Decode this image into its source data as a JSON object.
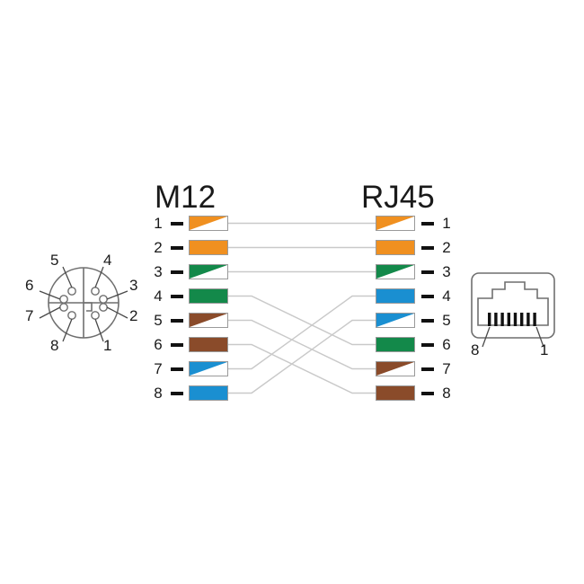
{
  "diagram": {
    "title_left": "M12",
    "title_right": "RJ45",
    "colors": {
      "orange": "#F09020",
      "green": "#13894A",
      "brown": "#8A4B2A",
      "blue": "#1A8FD1",
      "white": "#FFFFFF",
      "wire_line": "#c9c9c9",
      "dash": "#111111",
      "outline": "#9a9a9a",
      "text": "#1a1a1a"
    },
    "left_connector": {
      "name": "m12-x-coded-connector",
      "pin_labels": [
        "1",
        "2",
        "3",
        "4",
        "5",
        "6",
        "7",
        "8"
      ],
      "label_positions": {
        "top_left": "5",
        "top_right": "4",
        "left_upper": "6",
        "right_upper": "3",
        "left_lower": "7",
        "right_lower": "2",
        "bottom_left": "8",
        "bottom_right": "1"
      }
    },
    "right_connector": {
      "name": "rj45-jack",
      "left_label": "8",
      "right_label": "1",
      "contact_count": 8
    },
    "left_pins": [
      {
        "num": "1",
        "color": "orange",
        "striped": true,
        "color_name": "orange-white"
      },
      {
        "num": "2",
        "color": "orange",
        "striped": false,
        "color_name": "orange"
      },
      {
        "num": "3",
        "color": "green",
        "striped": true,
        "color_name": "green-white"
      },
      {
        "num": "4",
        "color": "green",
        "striped": false,
        "color_name": "green"
      },
      {
        "num": "5",
        "color": "brown",
        "striped": true,
        "color_name": "brown-white"
      },
      {
        "num": "6",
        "color": "brown",
        "striped": false,
        "color_name": "brown"
      },
      {
        "num": "7",
        "color": "blue",
        "striped": true,
        "color_name": "blue-white"
      },
      {
        "num": "8",
        "color": "blue",
        "striped": false,
        "color_name": "blue"
      }
    ],
    "right_pins": [
      {
        "num": "1",
        "color": "orange",
        "striped": true,
        "color_name": "orange-white"
      },
      {
        "num": "2",
        "color": "orange",
        "striped": false,
        "color_name": "orange"
      },
      {
        "num": "3",
        "color": "green",
        "striped": true,
        "color_name": "green-white"
      },
      {
        "num": "4",
        "color": "blue",
        "striped": false,
        "color_name": "blue"
      },
      {
        "num": "5",
        "color": "blue",
        "striped": true,
        "color_name": "blue-white"
      },
      {
        "num": "6",
        "color": "green",
        "striped": false,
        "color_name": "green"
      },
      {
        "num": "7",
        "color": "brown",
        "striped": true,
        "color_name": "brown-white"
      },
      {
        "num": "8",
        "color": "brown",
        "striped": false,
        "color_name": "brown"
      }
    ],
    "connections": [
      {
        "from": 1,
        "to": 1
      },
      {
        "from": 2,
        "to": 2
      },
      {
        "from": 3,
        "to": 3
      },
      {
        "from": 4,
        "to": 6
      },
      {
        "from": 5,
        "to": 7
      },
      {
        "from": 6,
        "to": 8
      },
      {
        "from": 7,
        "to": 4
      },
      {
        "from": 8,
        "to": 5
      }
    ]
  }
}
